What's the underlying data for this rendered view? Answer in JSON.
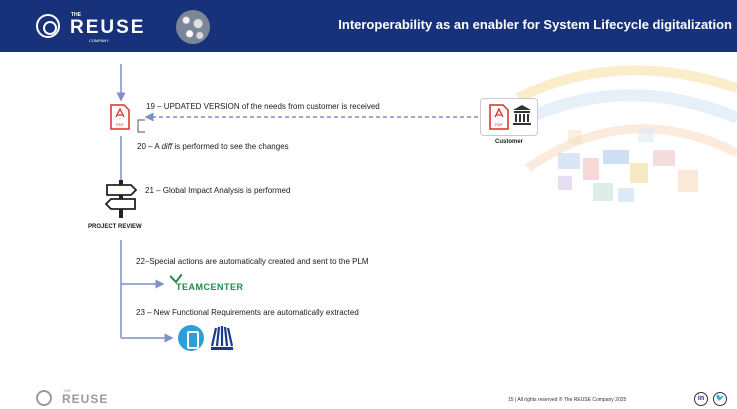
{
  "header": {
    "logo_the": "THE",
    "logo_name": "REUSE",
    "logo_company": "COMPANY",
    "title": "Interoperability as an enabler for System Lifecycle digitalization"
  },
  "steps": {
    "s19": "19 – UPDATED VERSION of the needs from customer is received",
    "s20_pre": "20 – A ",
    "s20_em": "diff",
    "s20_post": " is performed to see the changes",
    "s21": "21 – Global Impact Analysis is performed",
    "s22": "22–Special actions are automatically created and sent to the PLM",
    "s23": "23 – New Functional Requirements are automatically extracted"
  },
  "labels": {
    "customer": "Customer",
    "project_review": "PROJECT REVIEW",
    "pdf": "PDF",
    "teamcenter": "TEAMCENTER"
  },
  "footer": {
    "logo_the": "THE",
    "logo_name": "REUSE",
    "copyright": "15 | All rights reserved ® The REUSE Company 2025",
    "linkedin": "in",
    "twitter": "🐦"
  },
  "colors": {
    "header_bg": "#17327a",
    "arrow": "#7f8fc7",
    "pdf_red": "#d93025",
    "teamcenter_green": "#1f8b4c"
  },
  "icons": [
    "pdf-icon",
    "bank-icon",
    "signpost-icon",
    "teamcenter-icon",
    "app-tool-icon",
    "palladio-tool-icon",
    "linkedin-icon",
    "twitter-icon"
  ]
}
